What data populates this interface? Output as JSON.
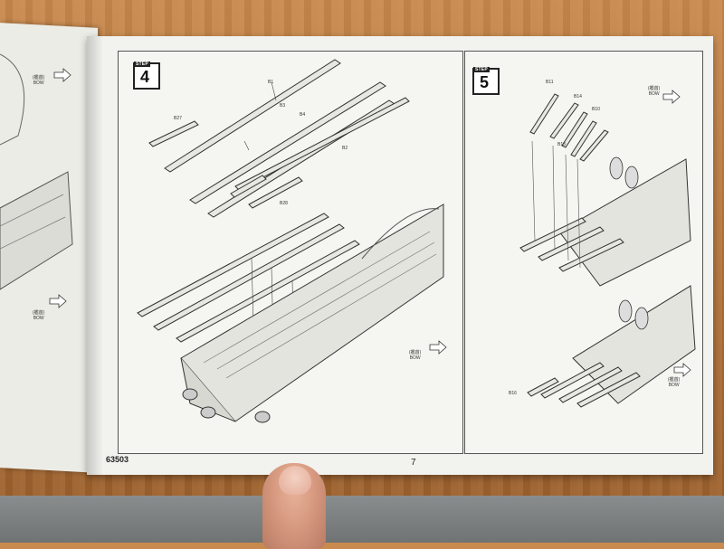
{
  "left_page": {
    "bow_labels": [
      {
        "jp": "(艦首)",
        "en": "BOW"
      },
      {
        "jp": "(艦首)",
        "en": "BOW"
      }
    ]
  },
  "step4": {
    "step_word": "STEP",
    "number": "4",
    "parts": [
      "B1",
      "B3",
      "B4",
      "B2",
      "B27",
      "B28"
    ],
    "bow": {
      "jp": "(艦首)",
      "en": "BOW"
    }
  },
  "step5": {
    "step_word": "STEP",
    "number": "5",
    "parts": [
      "B11",
      "B14",
      "B10",
      "B13",
      "B16"
    ],
    "bow_top": {
      "jp": "(艦首)",
      "en": "BOW"
    },
    "bow_bottom": {
      "jp": "(艦首)",
      "en": "BOW"
    }
  },
  "footer": {
    "code": "63503",
    "page_number": "7"
  }
}
